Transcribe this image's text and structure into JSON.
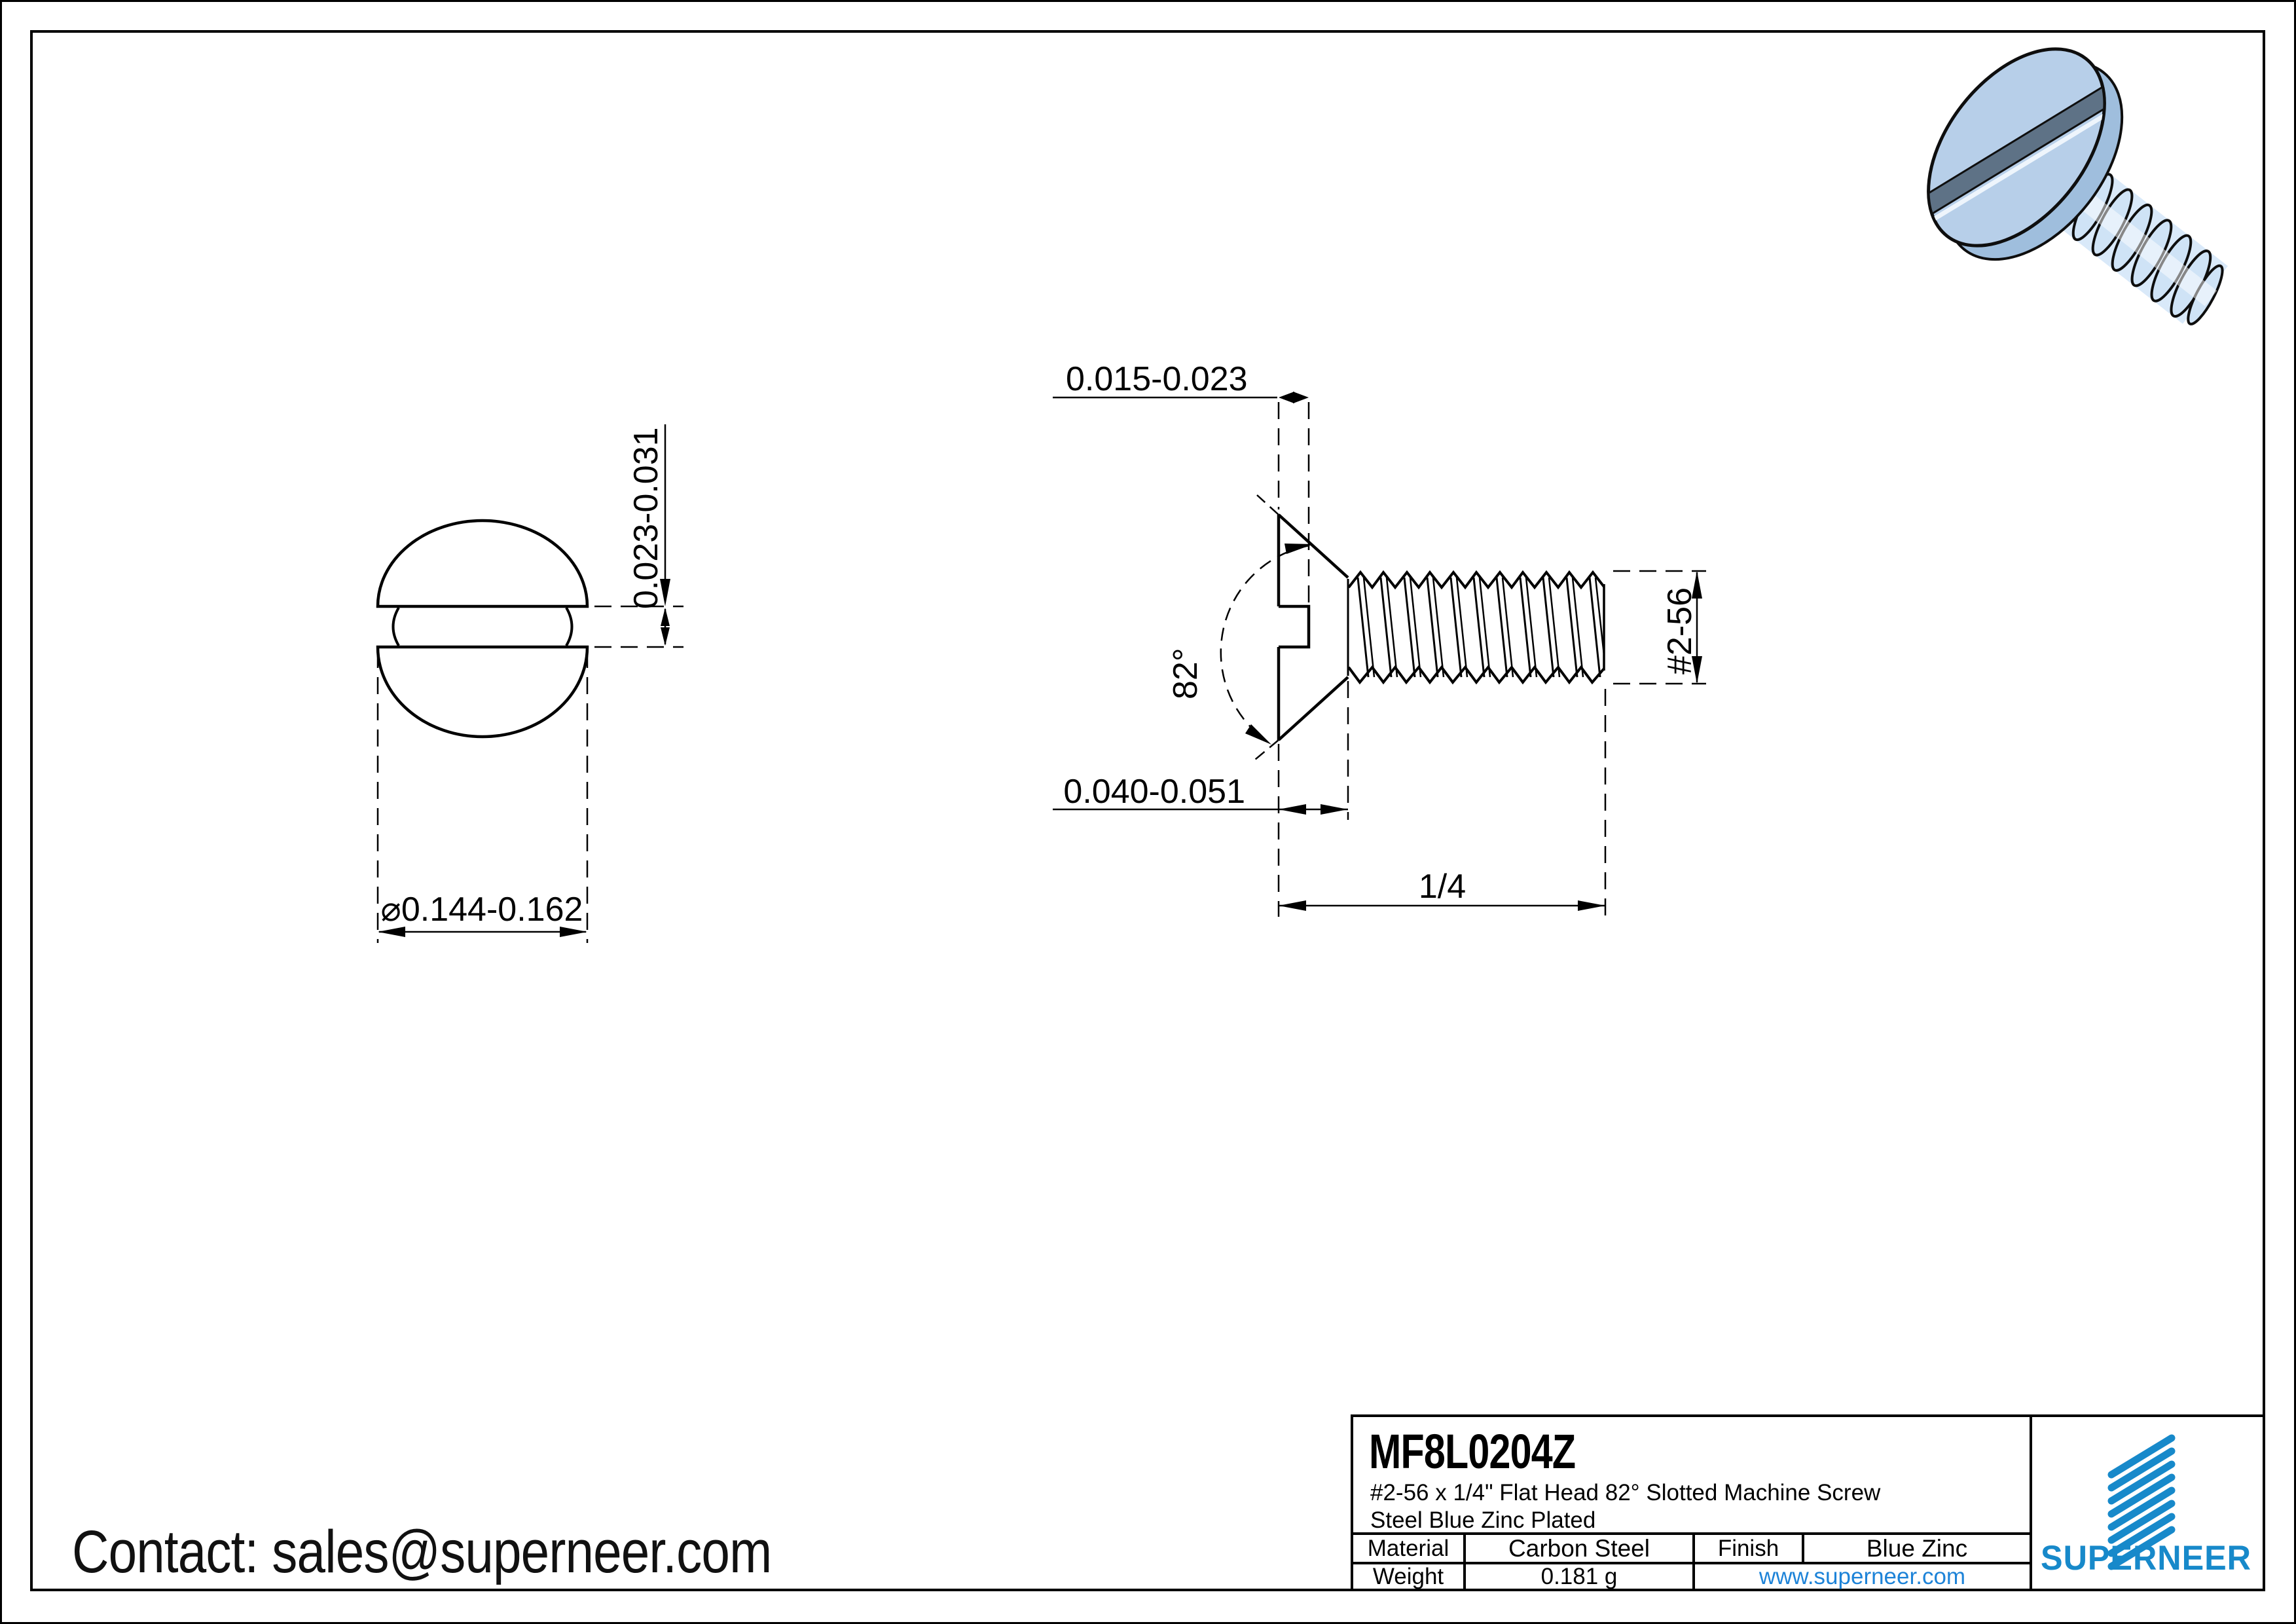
{
  "page": {
    "contact": "Contact: sales@superneer.com"
  },
  "views": {
    "front": {
      "dim_slot_width": "0.023-0.031",
      "dim_head_diameter": "⌀0.144-0.162"
    },
    "side": {
      "dim_slot_depth": "0.015-0.023",
      "dim_head_angle": "82°",
      "dim_head_height": "0.040-0.051",
      "dim_length": "1/4",
      "dim_thread_size": "#2-56"
    }
  },
  "title_block": {
    "part_number": "MF8L0204Z",
    "description_line1": "#2-56 x 1/4\" Flat Head 82° Slotted Machine Screw",
    "description_line2": "Steel Blue Zinc Plated",
    "material_label": "Material",
    "material_value": "Carbon Steel",
    "finish_label": "Finish",
    "finish_value": "Blue Zinc",
    "weight_label": "Weight",
    "weight_value": "0.181 g",
    "website": "www.superneer.com",
    "brand": "SUPERNEER"
  },
  "colors": {
    "brand_blue": "#1789ca",
    "link_blue": "#1d83d8",
    "screw_head": "#b7cfe9",
    "screw_cone": "#9fbedd",
    "screw_coil": "#cfe3f6",
    "screw_slot": "#5e7286",
    "line_black": "#000000"
  }
}
